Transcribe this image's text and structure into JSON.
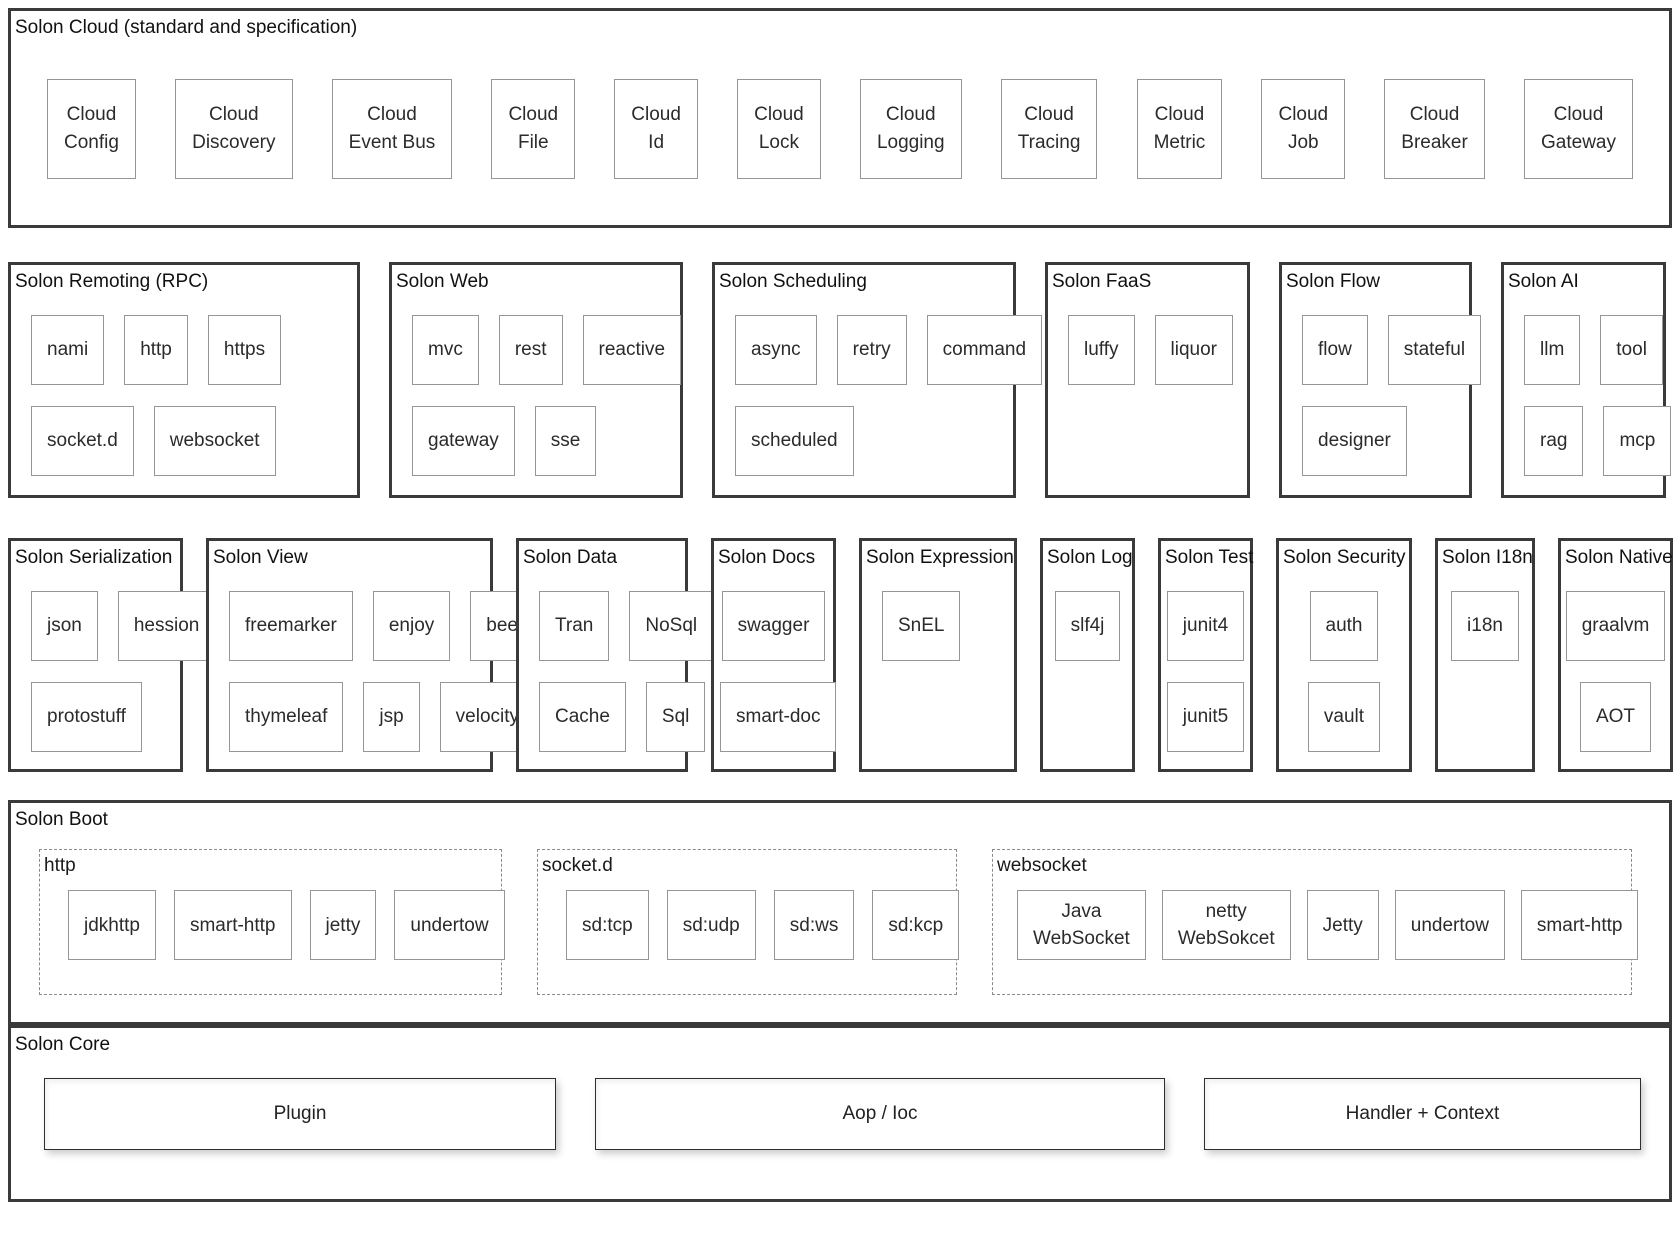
{
  "cloud": {
    "title": "Solon Cloud (standard and specification)",
    "items": [
      "Cloud\nConfig",
      "Cloud\nDiscovery",
      "Cloud\nEvent Bus",
      "Cloud\nFile",
      "Cloud\nId",
      "Cloud\nLock",
      "Cloud\nLogging",
      "Cloud\nTracing",
      "Cloud\nMetric",
      "Cloud\nJob",
      "Cloud\nBreaker",
      "Cloud\nGateway"
    ]
  },
  "row2": [
    {
      "title": "Solon Remoting (RPC)",
      "rows": [
        [
          "nami",
          "http",
          "https"
        ],
        [
          "socket.d",
          "websocket"
        ]
      ]
    },
    {
      "title": "Solon Web",
      "rows": [
        [
          "mvc",
          "rest",
          "reactive"
        ],
        [
          "gateway",
          "sse"
        ]
      ]
    },
    {
      "title": "Solon Scheduling",
      "rows": [
        [
          "async",
          "retry",
          "command"
        ],
        [
          "scheduled"
        ]
      ]
    },
    {
      "title": "Solon FaaS",
      "rows": [
        [
          "luffy",
          "liquor"
        ]
      ]
    },
    {
      "title": "Solon Flow",
      "rows": [
        [
          "flow",
          "stateful"
        ],
        [
          "designer"
        ]
      ]
    },
    {
      "title": "Solon AI",
      "rows": [
        [
          "llm",
          "tool"
        ],
        [
          "rag",
          "mcp"
        ]
      ]
    }
  ],
  "row3": [
    {
      "title": "Solon Serialization",
      "rows": [
        [
          "json",
          "hession"
        ],
        [
          "protostuff"
        ]
      ]
    },
    {
      "title": "Solon View",
      "rows": [
        [
          "freemarker",
          "enjoy",
          "beetl"
        ],
        [
          "thymeleaf",
          "jsp",
          "velocity"
        ]
      ]
    },
    {
      "title": "Solon Data",
      "rows": [
        [
          "Tran",
          "NoSql"
        ],
        [
          "Cache",
          "Sql"
        ]
      ]
    },
    {
      "title": "Solon Docs",
      "rows": [
        [
          "swagger"
        ],
        [
          "smart-doc"
        ]
      ]
    },
    {
      "title": "Solon Expression",
      "rows": [
        [
          "SnEL"
        ]
      ]
    },
    {
      "title": "Solon Log",
      "rows": [
        [
          "slf4j"
        ]
      ]
    },
    {
      "title": "Solon Test",
      "rows": [
        [
          "junit4"
        ],
        [
          "junit5"
        ]
      ]
    },
    {
      "title": "Solon Security",
      "rows": [
        [
          "auth"
        ],
        [
          "vault"
        ]
      ]
    },
    {
      "title": "Solon I18n",
      "rows": [
        [
          "i18n"
        ]
      ]
    },
    {
      "title": "Solon Native",
      "rows": [
        [
          "graalvm"
        ],
        [
          "AOT"
        ]
      ]
    }
  ],
  "boot": {
    "title": "Solon Boot",
    "groups": [
      {
        "title": "http",
        "items": [
          "jdkhttp",
          "smart-http",
          "jetty",
          "undertow"
        ]
      },
      {
        "title": "socket.d",
        "items": [
          "sd:tcp",
          "sd:udp",
          "sd:ws",
          "sd:kcp"
        ]
      },
      {
        "title": "websocket",
        "items": [
          "Java\nWebSocket",
          "netty\nWebSokcet",
          "Jetty",
          "undertow",
          "smart-http"
        ]
      }
    ]
  },
  "core": {
    "title": "Solon Core",
    "items": [
      "Plugin",
      "Aop / Ioc",
      "Handler + Context"
    ]
  }
}
